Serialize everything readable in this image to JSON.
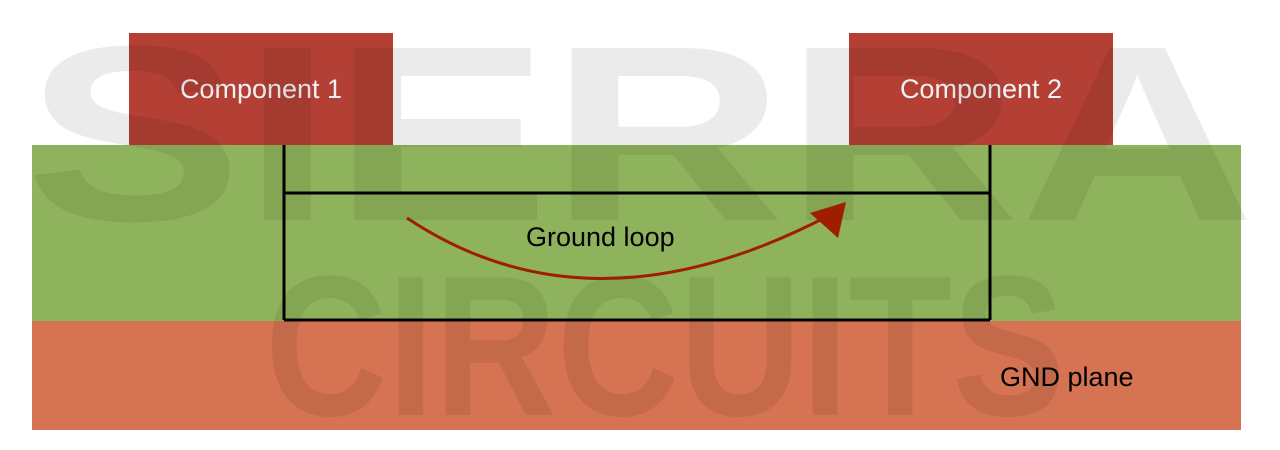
{
  "diagram": {
    "components": [
      {
        "label": "Component 1"
      },
      {
        "label": "Component 2"
      }
    ],
    "loop_label": "Ground loop",
    "plane_label": "GND plane",
    "watermark": {
      "line1": "SIERRA",
      "line2": "CIRCUITS"
    },
    "colors": {
      "component": "#b33f35",
      "signal_layer": "#8fb35c",
      "gnd_plane": "#d57352",
      "loop_line": "#000000",
      "arrow": "#a01e00",
      "watermark": "#e8e8e8"
    }
  }
}
